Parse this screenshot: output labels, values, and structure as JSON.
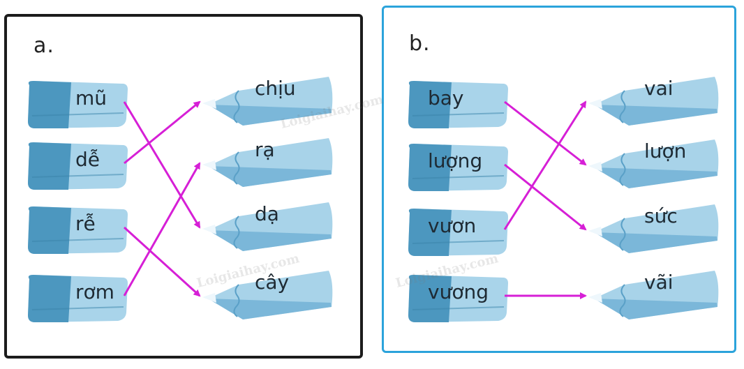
{
  "colors": {
    "arrow": "#d61fd6",
    "eraser_dark": "#4c97bf",
    "eraser_light": "#a9d4ea",
    "pencil_body": "#a8d3e9",
    "pencil_dark": "#6fb0d4",
    "panel_b_border": "#2ba3db"
  },
  "watermarks": [
    "Loigiaihay.com",
    "Loigiaihay.com",
    "Loigiaihay.com"
  ],
  "panels": [
    {
      "label": "a.",
      "left_words": [
        "mũ",
        "dễ",
        "rễ",
        "rơm"
      ],
      "right_words": [
        "chịu",
        "rạ",
        "dạ",
        "cây"
      ],
      "links": [
        [
          0,
          2
        ],
        [
          1,
          0
        ],
        [
          2,
          3
        ],
        [
          3,
          1
        ]
      ]
    },
    {
      "label": "b.",
      "left_words": [
        "bay",
        "lượng",
        "vươn",
        "vương"
      ],
      "right_words": [
        "vai",
        "lượn",
        "sức",
        "vãi"
      ],
      "links": [
        [
          0,
          1
        ],
        [
          1,
          2
        ],
        [
          2,
          0
        ],
        [
          3,
          3
        ]
      ]
    }
  ]
}
